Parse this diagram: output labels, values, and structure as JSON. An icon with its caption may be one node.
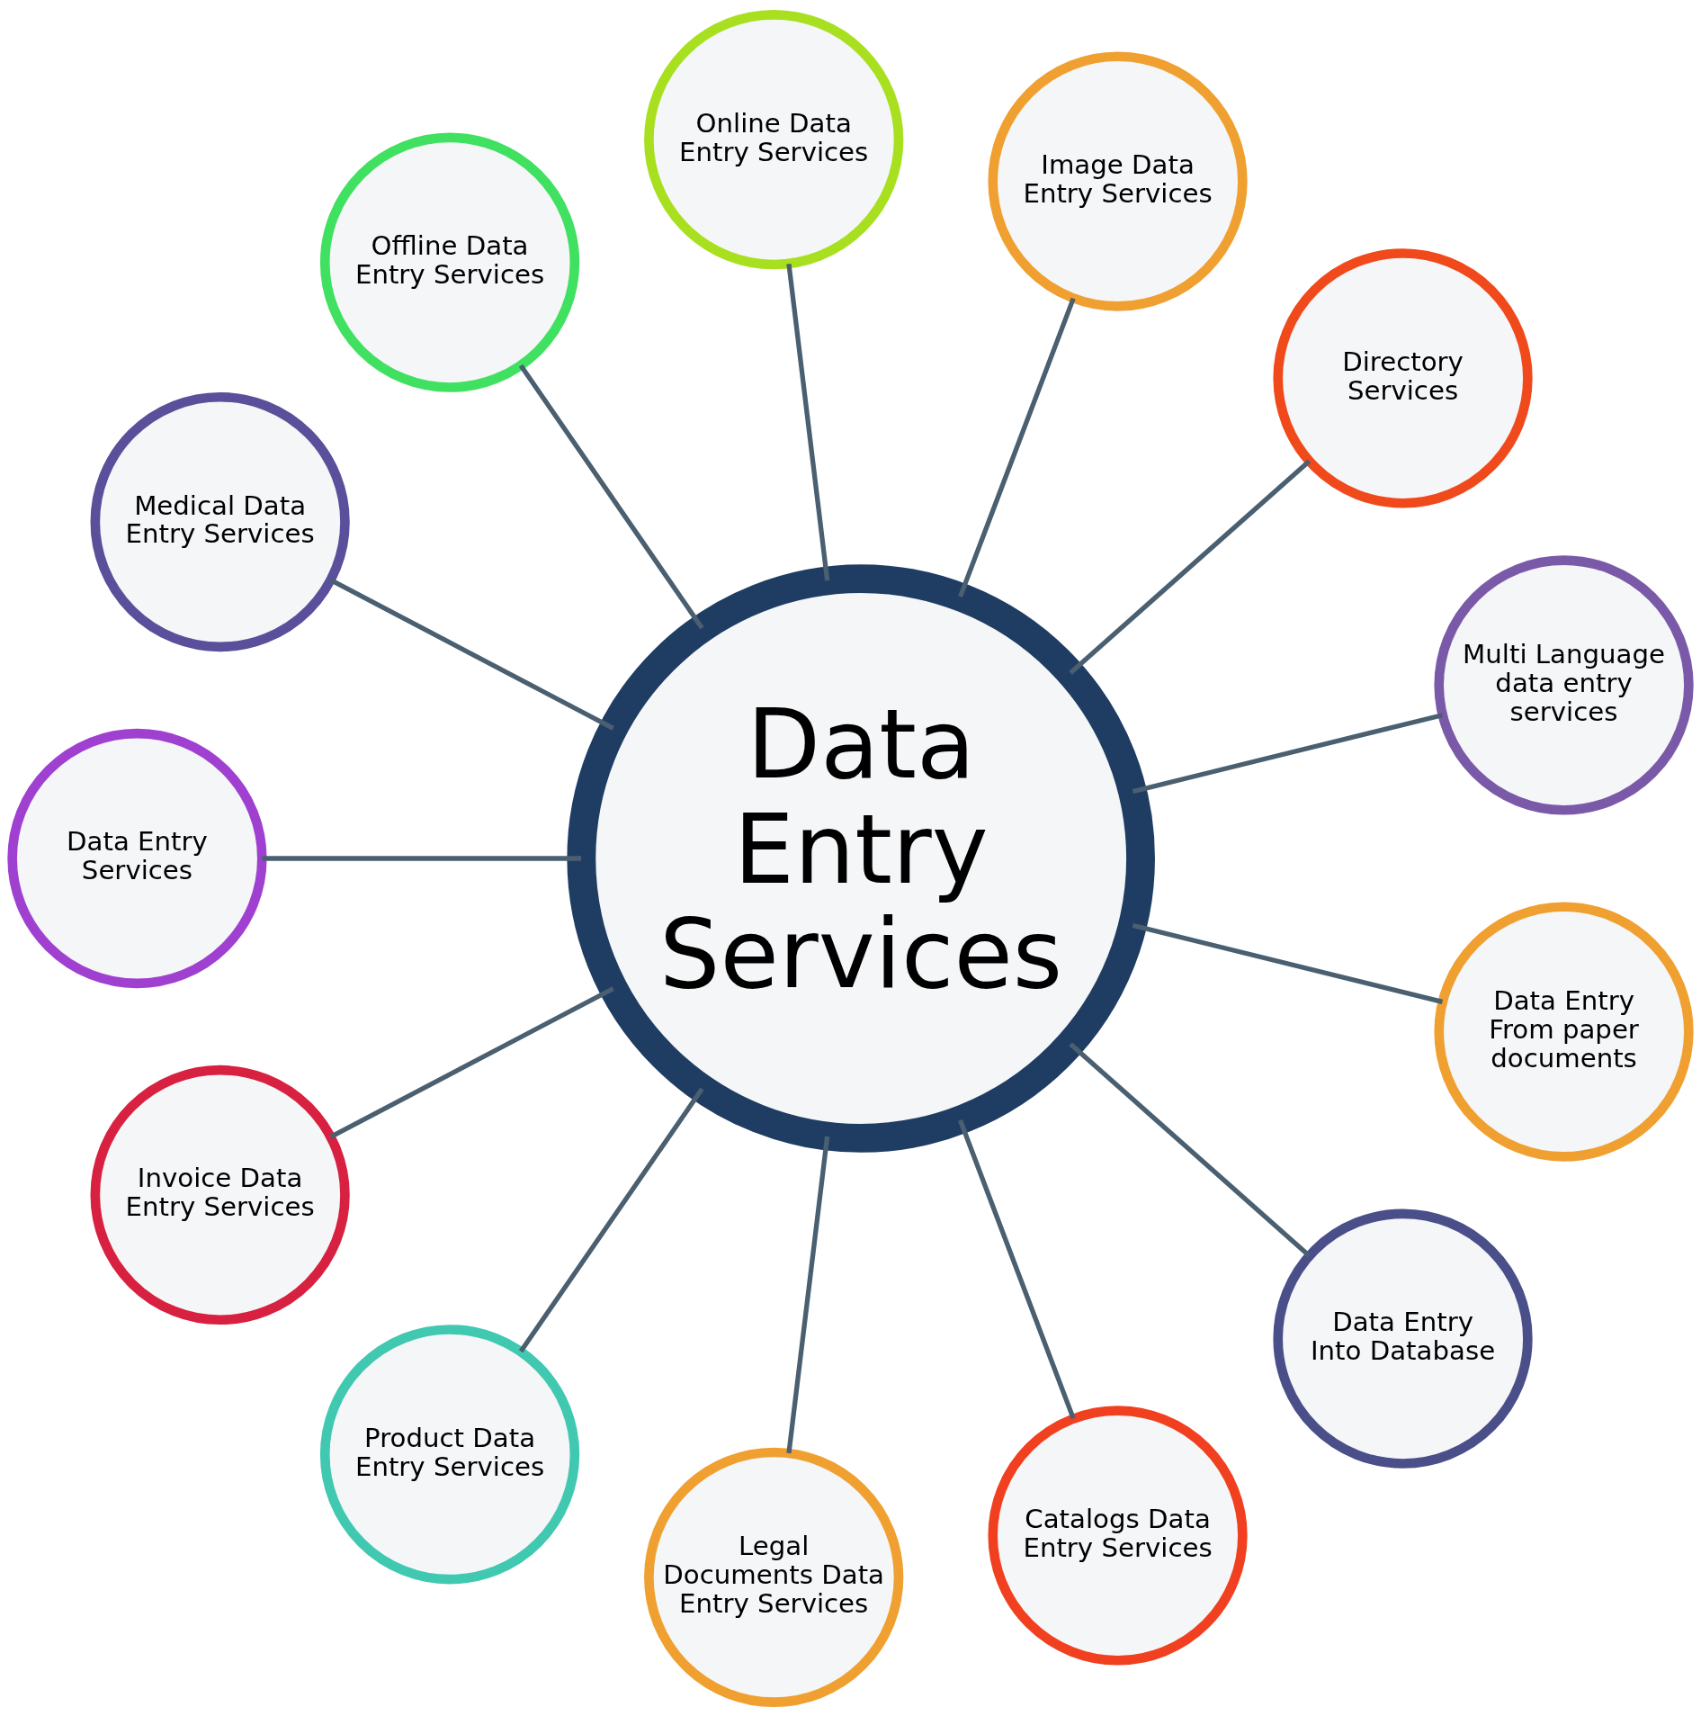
{
  "diagram": {
    "nodes": [
      {
        "text": [
          "Data Entry Services"
        ]
      },
      {
        "text": [
          "Multi Language data entry services"
        ]
      },
      {
        "text": [
          "Directory Services"
        ]
      },
      {
        "text": [
          "Image Data Entry Services"
        ]
      },
      {
        "text": [
          "Online Data Entry Services"
        ]
      },
      {
        "text": [
          "Offline Data Entry Services"
        ]
      },
      {
        "text": [
          "Medical Data Entry Services"
        ]
      },
      {
        "text": [
          "Data Entry Services"
        ]
      },
      {
        "text": [
          "Invoice Data Entry Services"
        ]
      },
      {
        "text": [
          "Product Data Entry Services"
        ]
      },
      {
        "text": [
          "Legal Documents Data Entry Services"
        ]
      },
      {
        "text": [
          "Catalogs Data Entry Services"
        ]
      },
      {
        "text": [
          "Data Entry Into Database"
        ]
      },
      {
        "text": [
          "Data Entry From paper documents"
        ]
      }
    ],
    "edges": [
      {
        "from": 0,
        "to": 1,
        "arrow": "none"
      },
      {
        "from": 0,
        "to": 2,
        "arrow": "none"
      },
      {
        "from": 0,
        "to": 3,
        "arrow": "none"
      },
      {
        "from": 0,
        "to": 4,
        "arrow": "none"
      },
      {
        "from": 0,
        "to": 5,
        "arrow": "none"
      },
      {
        "from": 0,
        "to": 6,
        "arrow": "none"
      },
      {
        "from": 0,
        "to": 7,
        "arrow": "none"
      },
      {
        "from": 0,
        "to": 8,
        "arrow": "none"
      },
      {
        "from": 0,
        "to": 9,
        "arrow": "none"
      },
      {
        "from": 0,
        "to": 10,
        "arrow": "none"
      },
      {
        "from": 0,
        "to": 11,
        "arrow": "none"
      },
      {
        "from": 0,
        "to": 12,
        "arrow": "none"
      },
      {
        "from": 0,
        "to": 13,
        "arrow": "none"
      }
    ]
  }
}
